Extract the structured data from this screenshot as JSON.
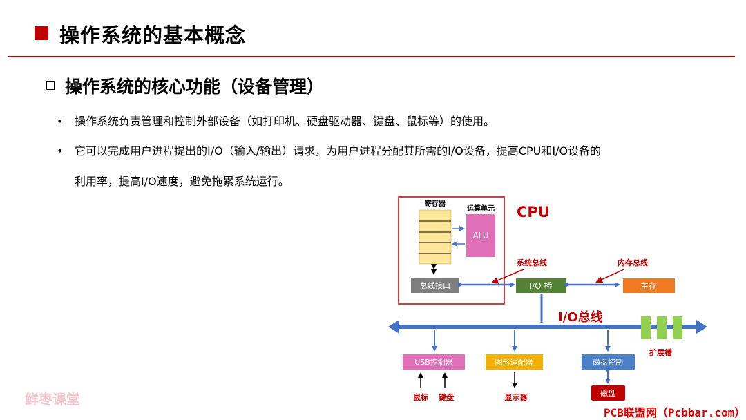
{
  "slide": {
    "title": "操作系统的基本概念",
    "subtitle": "操作系统的核心功能（设备管理）",
    "bullets": [
      "操作系统负责管理和控制外部设备（如打印机、硬盘驱动器、键盘、鼠标等）的使用。",
      "它可以完成用户进程提出的I/O（输入/输出）请求，为用户进程分配其所需的I/O设备，提高CPU和I/O设备的",
      "利用率，提高I/O速度，避免拖累系统运行。"
    ],
    "bullet_symbol": "•"
  },
  "diagram": {
    "cpu_label": "CPU",
    "register_label": "寄存器",
    "alu_title": "运算单元",
    "alu_label": "ALU",
    "bus_interface": "总线接口",
    "system_bus_label": "系统总线",
    "memory_bus_label": "内存总线",
    "io_bridge": "I/O 桥",
    "main_memory": "主存",
    "io_bus_label": "I/O总线",
    "expansion_slots": "扩展槽",
    "usb_controller": "USB控制器",
    "graphics_adapter": "图形适配器",
    "disk_controller": "磁盘控制",
    "mouse": "鼠标",
    "keyboard": "键盘",
    "display": "显示器",
    "disk": "磁盘"
  },
  "watermarks": {
    "left": "鲜枣课堂",
    "right": "PCB联盟网（Pcbbar.com）"
  },
  "colors": {
    "accent_red": "#c00000",
    "bus_blue": "#4472c4",
    "register_yellow": "#ffe699",
    "alu_pink": "#e06fb7",
    "bus_interface_gray": "#7f7f7f",
    "io_bridge_green": "#548235",
    "main_memory_orange": "#f07a22",
    "usb_pink": "#e06fb7",
    "graphics_yellow": "#f4b000",
    "disk_controller_blue": "#4a7fc9",
    "disk_red": "#c00000",
    "slot_green": "#92d050"
  },
  "icons": {
    "title_marker": "red-square-icon",
    "subtitle_marker": "hollow-square-icon"
  }
}
